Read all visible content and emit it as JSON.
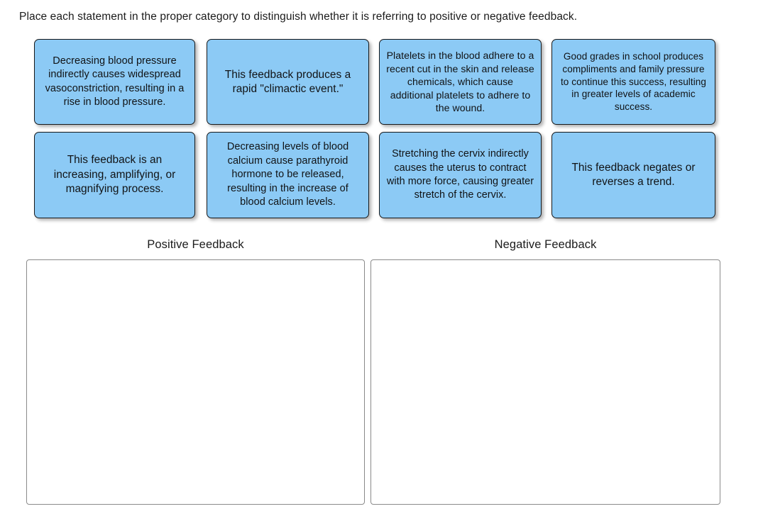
{
  "prompt": {
    "text": "Place each statement in the proper category to distinguish whether it is referring to positive or negative feedback."
  },
  "colors": {
    "card_fill": "#8ccaf5",
    "card_border": "#16181a",
    "dropzone_border": "#8a8a8a",
    "text": "#1b1b1b",
    "page_background": "#ffffff"
  },
  "card_bank": {
    "cards": [
      {
        "id": "card-1",
        "text": "Decreasing blood pressure indirectly causes widespread vasoconstriction, resulting in a rise in blood pressure."
      },
      {
        "id": "card-2",
        "text": "This feedback produces a rapid \"climactic event.\""
      },
      {
        "id": "card-3",
        "text": "Platelets in the blood adhere to a recent cut in the skin and release chemicals, which cause additional platelets to adhere to the wound."
      },
      {
        "id": "card-4",
        "text": "Good grades in school produces compliments and family pressure to continue this success, resulting in greater levels of academic success."
      },
      {
        "id": "card-5",
        "text": "This feedback is an increasing, amplifying, or magnifying process."
      },
      {
        "id": "card-6",
        "text": "Decreasing levels of blood calcium cause parathyroid hormone to be released, resulting in the increase of blood calcium levels."
      },
      {
        "id": "card-7",
        "text": "Stretching the cervix indirectly causes the uterus to contract with more force, causing greater stretch of the cervix."
      },
      {
        "id": "card-8",
        "text": "This feedback negates or reverses a trend."
      }
    ]
  },
  "categories": [
    {
      "id": "positive",
      "label": "Positive Feedback",
      "items": []
    },
    {
      "id": "negative",
      "label": "Negative Feedback",
      "items": []
    }
  ]
}
